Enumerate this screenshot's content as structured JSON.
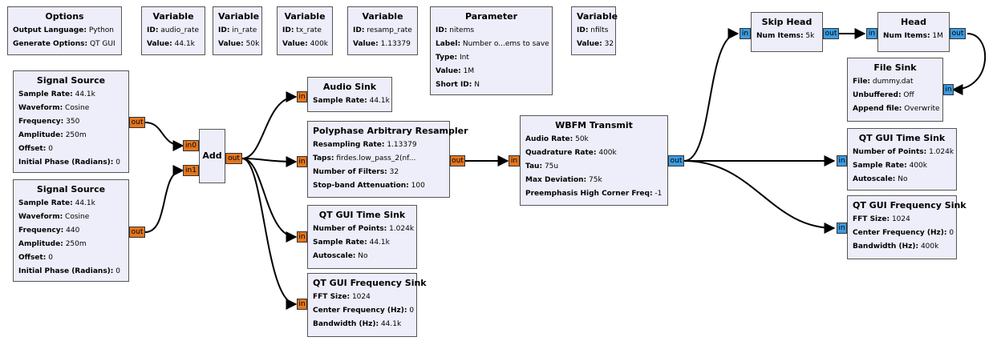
{
  "colors": {
    "block_fill": "#eeeefa",
    "block_border": "#555555",
    "port_float": "#e3761e",
    "port_complex": "#3c9ae0",
    "wire": "#000000"
  },
  "blocks": {
    "options": {
      "title": "Options",
      "params": [
        {
          "k": "Output Language:",
          "v": "Python"
        },
        {
          "k": "Generate Options:",
          "v": "QT GUI"
        }
      ]
    },
    "var_audio_rate": {
      "title": "Variable",
      "params": [
        {
          "k": "ID:",
          "v": "audio_rate"
        },
        {
          "k": "Value:",
          "v": "44.1k"
        }
      ]
    },
    "var_in_rate": {
      "title": "Variable",
      "params": [
        {
          "k": "ID:",
          "v": "in_rate"
        },
        {
          "k": "Value:",
          "v": "50k"
        }
      ]
    },
    "var_tx_rate": {
      "title": "Variable",
      "params": [
        {
          "k": "ID:",
          "v": "tx_rate"
        },
        {
          "k": "Value:",
          "v": "400k"
        }
      ]
    },
    "var_resamp_rate": {
      "title": "Variable",
      "params": [
        {
          "k": "ID:",
          "v": "resamp_rate"
        },
        {
          "k": "Value:",
          "v": "1.13379"
        }
      ]
    },
    "parameter": {
      "title": "Parameter",
      "params": [
        {
          "k": "ID:",
          "v": "nitems"
        },
        {
          "k": "Label:",
          "v": "Number o...ems to save"
        },
        {
          "k": "Type:",
          "v": "Int"
        },
        {
          "k": "Value:",
          "v": "1M"
        },
        {
          "k": "Short ID:",
          "v": "N"
        }
      ]
    },
    "var_nfilts": {
      "title": "Variable",
      "params": [
        {
          "k": "ID:",
          "v": "nfilts"
        },
        {
          "k": "Value:",
          "v": "32"
        }
      ]
    },
    "sig_source_1": {
      "title": "Signal Source",
      "params": [
        {
          "k": "Sample Rate:",
          "v": "44.1k"
        },
        {
          "k": "Waveform:",
          "v": "Cosine"
        },
        {
          "k": "Frequency:",
          "v": "350"
        },
        {
          "k": "Amplitude:",
          "v": "250m"
        },
        {
          "k": "Offset:",
          "v": "0"
        },
        {
          "k": "Initial Phase (Radians):",
          "v": "0"
        }
      ],
      "ports": {
        "out": "out"
      }
    },
    "sig_source_2": {
      "title": "Signal Source",
      "params": [
        {
          "k": "Sample Rate:",
          "v": "44.1k"
        },
        {
          "k": "Waveform:",
          "v": "Cosine"
        },
        {
          "k": "Frequency:",
          "v": "440"
        },
        {
          "k": "Amplitude:",
          "v": "250m"
        },
        {
          "k": "Offset:",
          "v": "0"
        },
        {
          "k": "Initial Phase (Radians):",
          "v": "0"
        }
      ],
      "ports": {
        "out": "out"
      }
    },
    "add": {
      "title": "Add",
      "ports": {
        "in0": "in0",
        "in1": "in1",
        "out": "out"
      }
    },
    "audio_sink": {
      "title": "Audio Sink",
      "params": [
        {
          "k": "Sample Rate:",
          "v": "44.1k"
        }
      ],
      "ports": {
        "in": "in"
      }
    },
    "resampler": {
      "title": "Polyphase Arbitrary Resampler",
      "params": [
        {
          "k": "Resampling Rate:",
          "v": "1.13379"
        },
        {
          "k": "Taps:",
          "v": "firdes.low_pass_2(nf..."
        },
        {
          "k": "Number of Filters:",
          "v": "32"
        },
        {
          "k": "Stop-band Attenuation:",
          "v": "100"
        }
      ],
      "ports": {
        "in": "in",
        "out": "out"
      }
    },
    "time_sink_1": {
      "title": "QT GUI Time Sink",
      "params": [
        {
          "k": "Number of Points:",
          "v": "1.024k"
        },
        {
          "k": "Sample Rate:",
          "v": "44.1k"
        },
        {
          "k": "Autoscale:",
          "v": "No"
        }
      ],
      "ports": {
        "in": "in"
      }
    },
    "freq_sink_1": {
      "title": "QT GUI Frequency Sink",
      "params": [
        {
          "k": "FFT Size:",
          "v": "1024"
        },
        {
          "k": "Center Frequency (Hz):",
          "v": "0"
        },
        {
          "k": "Bandwidth (Hz):",
          "v": "44.1k"
        }
      ],
      "ports": {
        "in": "in"
      }
    },
    "wbfm": {
      "title": "WBFM Transmit",
      "params": [
        {
          "k": "Audio Rate:",
          "v": "50k"
        },
        {
          "k": "Quadrature Rate:",
          "v": "400k"
        },
        {
          "k": "Tau:",
          "v": "75u"
        },
        {
          "k": "Max Deviation:",
          "v": "75k"
        },
        {
          "k": "Preemphasis High Corner Freq:",
          "v": "-1"
        }
      ],
      "ports": {
        "in": "in",
        "out": "out"
      }
    },
    "skip_head": {
      "title": "Skip Head",
      "params": [
        {
          "k": "Num Items:",
          "v": "5k"
        }
      ],
      "ports": {
        "in": "in",
        "out": "out"
      }
    },
    "head": {
      "title": "Head",
      "params": [
        {
          "k": "Num Items:",
          "v": "1M"
        }
      ],
      "ports": {
        "in": "in",
        "out": "out"
      }
    },
    "file_sink": {
      "title": "File Sink",
      "params": [
        {
          "k": "File:",
          "v": "dummy.dat"
        },
        {
          "k": "Unbuffered:",
          "v": "Off"
        },
        {
          "k": "Append file:",
          "v": "Overwrite"
        }
      ],
      "ports": {
        "in": "in"
      }
    },
    "time_sink_2": {
      "title": "QT GUI Time Sink",
      "params": [
        {
          "k": "Number of Points:",
          "v": "1.024k"
        },
        {
          "k": "Sample Rate:",
          "v": "400k"
        },
        {
          "k": "Autoscale:",
          "v": "No"
        }
      ],
      "ports": {
        "in": "in"
      }
    },
    "freq_sink_2": {
      "title": "QT GUI Frequency Sink",
      "params": [
        {
          "k": "FFT Size:",
          "v": "1024"
        },
        {
          "k": "Center Frequency (Hz):",
          "v": "0"
        },
        {
          "k": "Bandwidth (Hz):",
          "v": "400k"
        }
      ],
      "ports": {
        "in": "in"
      }
    }
  }
}
